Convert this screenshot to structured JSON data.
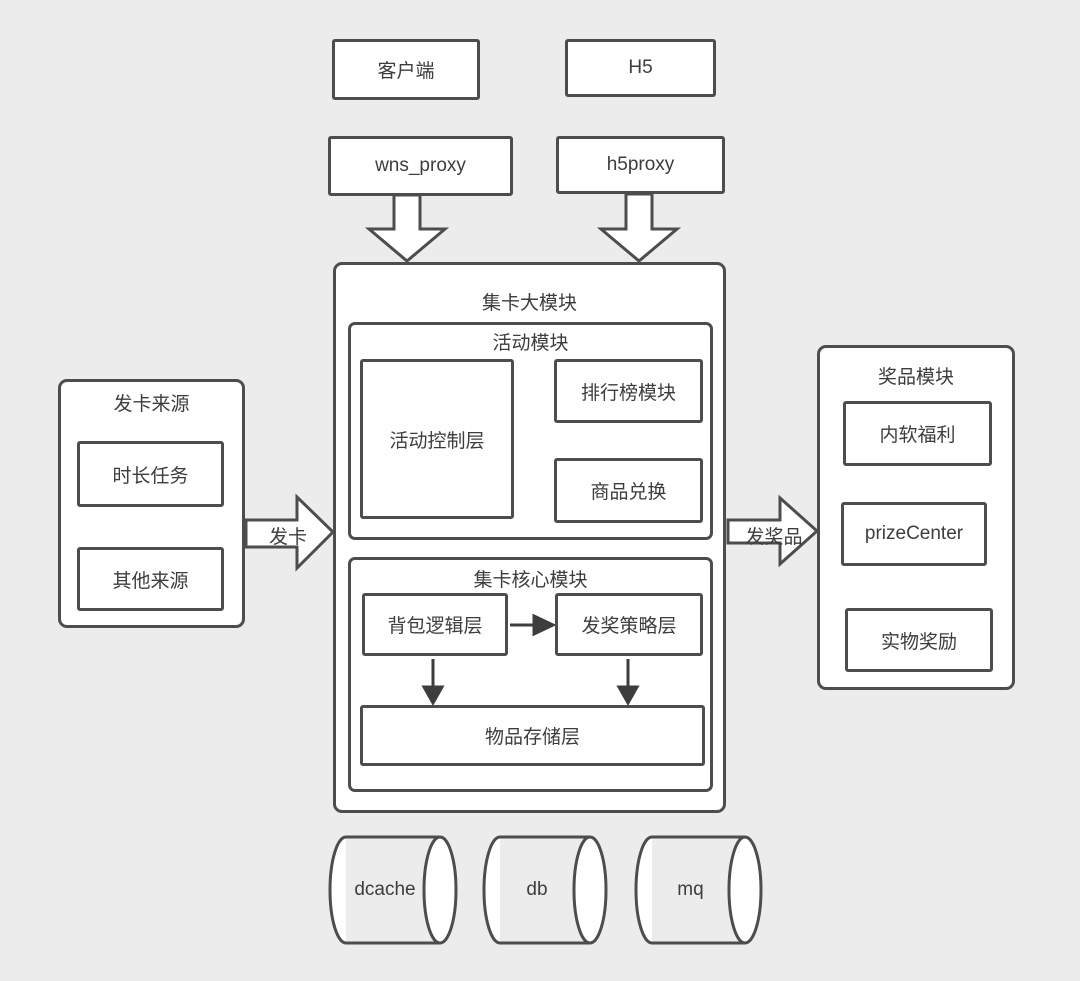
{
  "colors": {
    "background": "#ececec",
    "box_fill": "#ffffff",
    "border": "#4d4d4d",
    "text": "#3d3d3d"
  },
  "clients": {
    "client": "客户端",
    "h5": "H5"
  },
  "proxies": {
    "wns": "wns_proxy",
    "h5": "h5proxy"
  },
  "card_module": {
    "title": "集卡大模块",
    "activity_module": {
      "title": "活动模块",
      "control_layer": "活动控制层",
      "ranking_module": "排行榜模块",
      "goods_exchange": "商品兑换"
    },
    "core_module": {
      "title": "集卡核心模块",
      "backpack_logic_layer": "背包逻辑层",
      "award_strategy_layer": "发奖策略层",
      "item_storage_layer": "物品存储层"
    }
  },
  "source_module": {
    "title": "发卡来源",
    "duration_task": "时长任务",
    "other_source": "其他来源",
    "arrow_label": "发卡"
  },
  "prize_module": {
    "title": "奖品模块",
    "internal_welfare": "内软福利",
    "prize_center": "prizeCenter",
    "physical_reward": "实物奖励",
    "arrow_label": "发奖品"
  },
  "storage": {
    "dcache": "dcache",
    "db": "db",
    "mq": "mq"
  }
}
